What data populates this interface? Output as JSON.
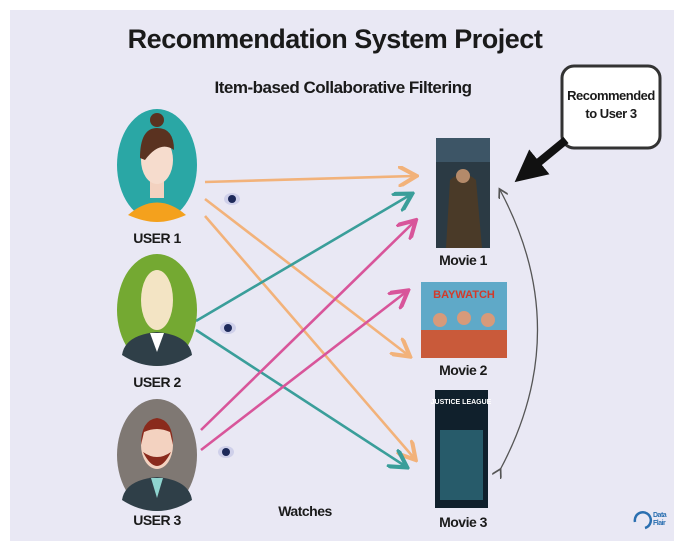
{
  "title": "Recommendation System Project",
  "subtitle": "Item-based Collaborative Filtering",
  "users": [
    {
      "label": "USER 1",
      "color": "#2aa7a5",
      "shirt": "#f4a11d"
    },
    {
      "label": "USER 2",
      "color": "#74a932",
      "shirt": "#2f3f48"
    },
    {
      "label": "USER 3",
      "color": "#7f7873",
      "shirt": "#2f3f48"
    }
  ],
  "movies": [
    {
      "label": "Movie 1"
    },
    {
      "label": "Movie 2",
      "poster_text": "BAYWATCH"
    },
    {
      "label": "Movie 3",
      "poster_text": "JUSTICE LEAGUE"
    }
  ],
  "callout": {
    "line1": "Recommended",
    "line2": "to User 3"
  },
  "edge_label": "Watches",
  "logo_text": "Data Flair",
  "colors": {
    "background": "#e9e8f4",
    "user1_arrows": "#f2b27a",
    "user2_arrows": "#3a9e9a",
    "user3_arrows": "#d8559a"
  }
}
